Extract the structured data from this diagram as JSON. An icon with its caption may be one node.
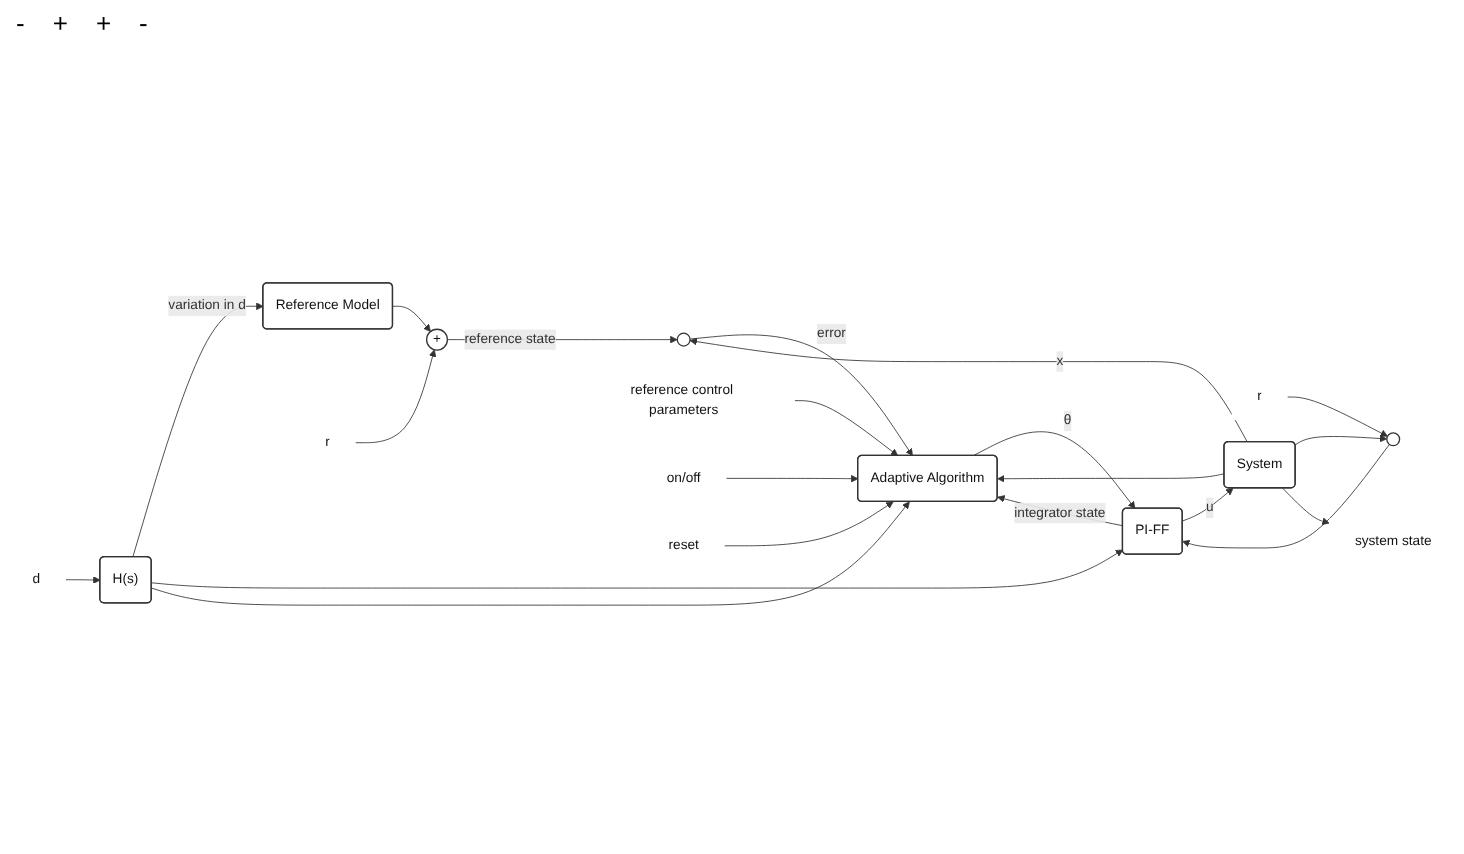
{
  "diagram": {
    "nodes": [
      {
        "text": [
          "d"
        ]
      },
      {
        "text": [
          "H(s)"
        ]
      },
      {
        "text": [
          "Reference Model"
        ]
      },
      {
        "text": [
          "+"
        ]
      },
      {
        "text": [
          "r"
        ]
      },
      {
        "text": [],
        "shape": "circle"
      },
      {
        "text": [
          "r"
        ]
      },
      {
        "text": [
          "PI-FF"
        ]
      },
      {
        "text": [
          "System"
        ]
      },
      {
        "text": [],
        "shape": "circle"
      },
      {
        "text": [
          "Adaptive Algorithm"
        ]
      },
      {
        "text": [
          "system state"
        ]
      },
      {
        "text": [
          "reference control parameters"
        ]
      },
      {
        "text": [
          "on/off"
        ]
      },
      {
        "text": [
          "reset"
        ]
      }
    ],
    "edges": [
      {
        "from": 0,
        "to": 1,
        "arrow": "to"
      },
      {
        "from": 1,
        "to": 2,
        "arrow": "to",
        "label": "variation in d"
      },
      {
        "from": 1,
        "to": 7,
        "arrow": "to"
      },
      {
        "from": 1,
        "to": 10,
        "arrow": "to"
      },
      {
        "from": 2,
        "to": 3,
        "arrow": "to"
      },
      {
        "from": 4,
        "to": 3,
        "arrow": "to"
      },
      {
        "from": 3,
        "to": 9,
        "arrow": "to",
        "label": "reference state"
      },
      {
        "from": 6,
        "to": 5,
        "arrow": "to"
      },
      {
        "from": 5,
        "to": 7,
        "arrow": "to"
      },
      {
        "from": 7,
        "to": 8,
        "arrow": "to",
        "label": "u"
      },
      {
        "from": 8,
        "to": 9,
        "arrow": "to",
        "label": "x"
      },
      {
        "from": 8,
        "to": 5,
        "arrow": "to"
      },
      {
        "from": 8,
        "to": 11,
        "arrow": "to"
      },
      {
        "from": 8,
        "to": 10,
        "arrow": "to"
      },
      {
        "from": 7,
        "to": 10,
        "arrow": "to",
        "label": "integrator state"
      },
      {
        "from": 10,
        "to": 7,
        "arrow": "to",
        "label": "θ"
      },
      {
        "from": 9,
        "to": 10,
        "arrow": "to",
        "label": "error"
      },
      {
        "from": 12,
        "to": 10,
        "arrow": "to"
      },
      {
        "from": 13,
        "to": 10,
        "arrow": "to"
      },
      {
        "from": 14,
        "to": 10,
        "arrow": "to"
      }
    ],
    "labels": [
      "-",
      "+",
      "+",
      "-"
    ]
  }
}
